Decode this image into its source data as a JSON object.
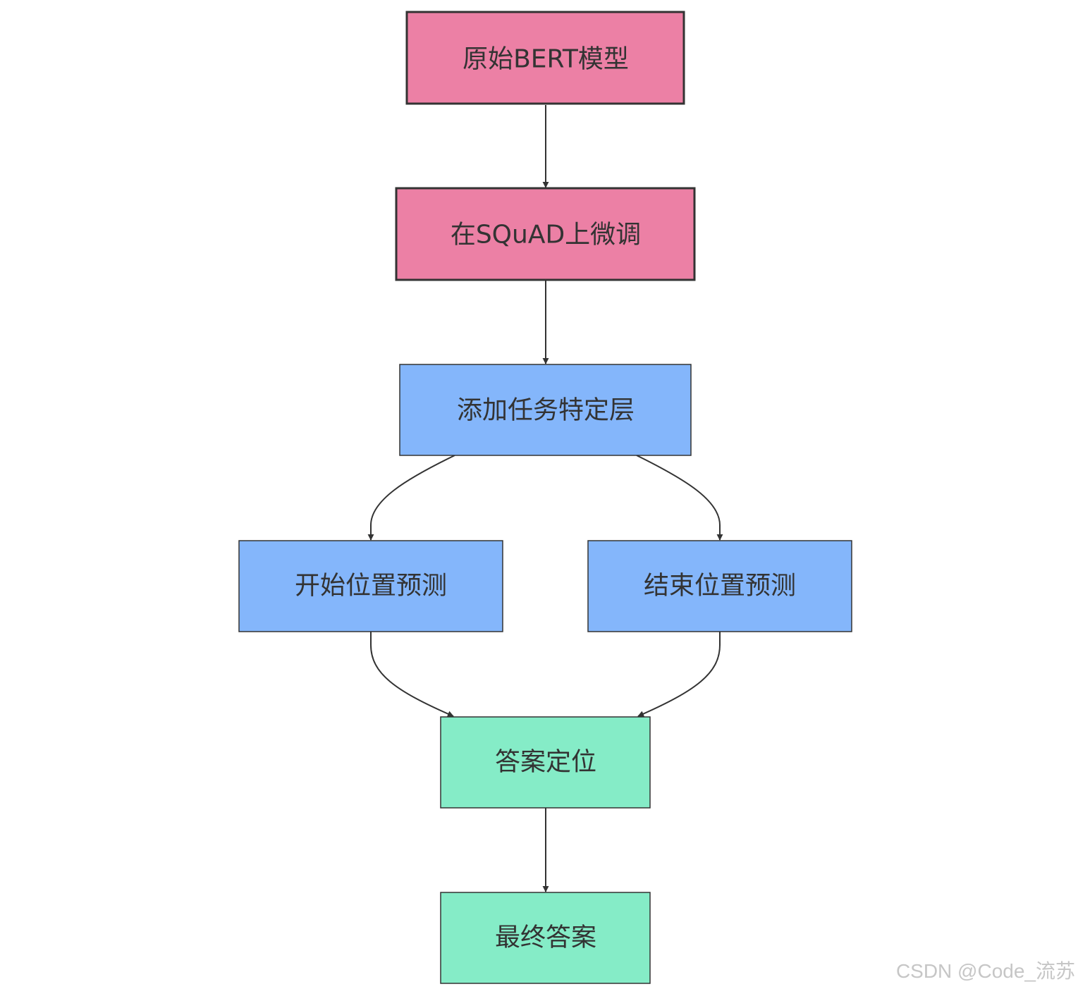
{
  "colors": {
    "pink": "#ec80a5",
    "blue": "#84b6fb",
    "green": "#85ecc7",
    "stroke": "#333333",
    "watermark": "#c6c6c6"
  },
  "nodes": {
    "bert": {
      "label": "原始BERT模型",
      "color": "pink"
    },
    "squad": {
      "label": "在SQuAD上微调",
      "color": "pink"
    },
    "task_layer": {
      "label": "添加任务特定层",
      "color": "blue"
    },
    "start_pred": {
      "label": "开始位置预测",
      "color": "blue"
    },
    "end_pred": {
      "label": "结束位置预测",
      "color": "blue"
    },
    "locate": {
      "label": "答案定位",
      "color": "green"
    },
    "final": {
      "label": "最终答案",
      "color": "green"
    }
  },
  "edges": [
    {
      "from": "bert",
      "to": "squad"
    },
    {
      "from": "squad",
      "to": "task_layer"
    },
    {
      "from": "task_layer",
      "to": "start_pred"
    },
    {
      "from": "task_layer",
      "to": "end_pred"
    },
    {
      "from": "start_pred",
      "to": "locate"
    },
    {
      "from": "end_pred",
      "to": "locate"
    },
    {
      "from": "locate",
      "to": "final"
    }
  ],
  "watermark": "CSDN @Code_流苏"
}
